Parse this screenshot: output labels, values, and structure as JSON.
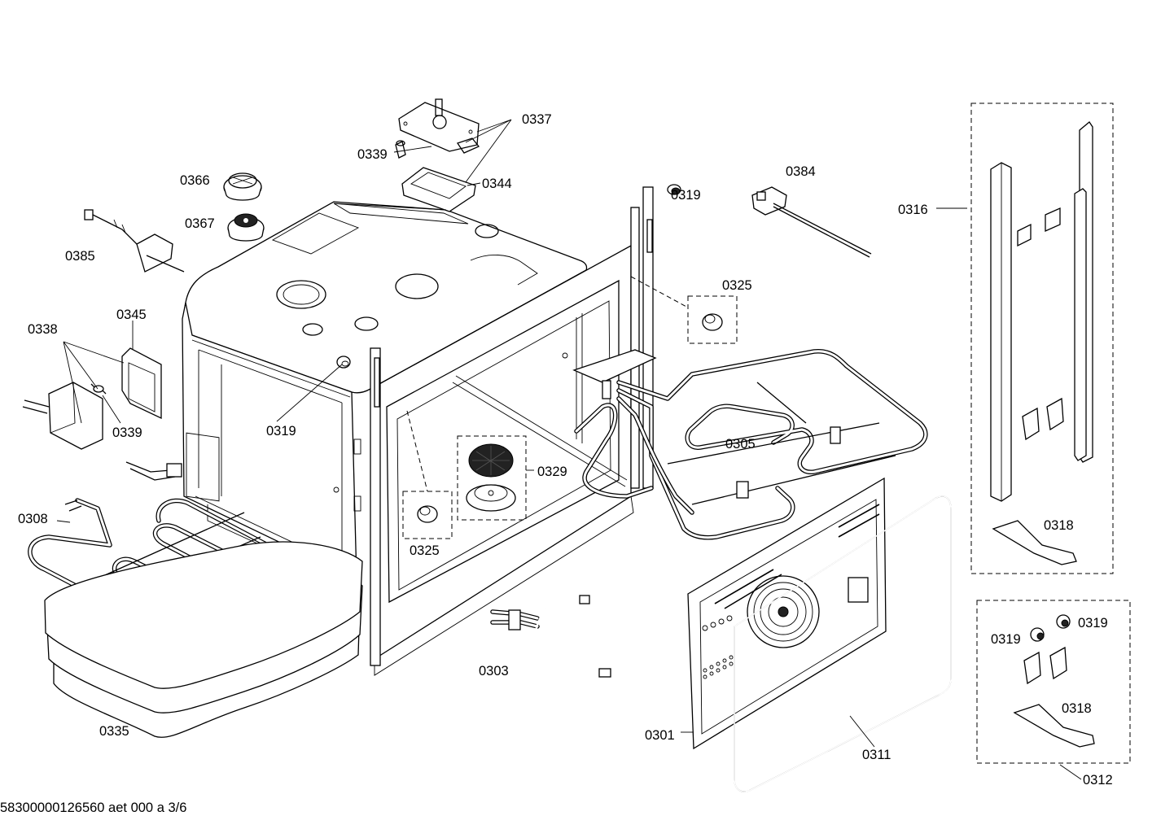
{
  "diagram": {
    "labels": {
      "p0337": "0337",
      "p0339_top": "0339",
      "p0344": "0344",
      "p0366": "0366",
      "p0367": "0367",
      "p0385": "0385",
      "p0319_top": "0319",
      "p0384": "0384",
      "p0316": "0316",
      "p0325_right": "0325",
      "p0338": "0338",
      "p0345": "0345",
      "p0339_left": "0339",
      "p0319_mid": "0319",
      "p0305": "0305",
      "p0329": "0329",
      "p0308": "0308",
      "p0325_left": "0325",
      "p0318_top": "0318",
      "p0303": "0303",
      "p0335": "0335",
      "p0301": "0301",
      "p0311": "0311",
      "p0319_r1": "0319",
      "p0319_r2": "0319",
      "p0318_bottom": "0318",
      "p0312": "0312"
    },
    "footer": "58300000126560 aet 000 a 3/6"
  }
}
